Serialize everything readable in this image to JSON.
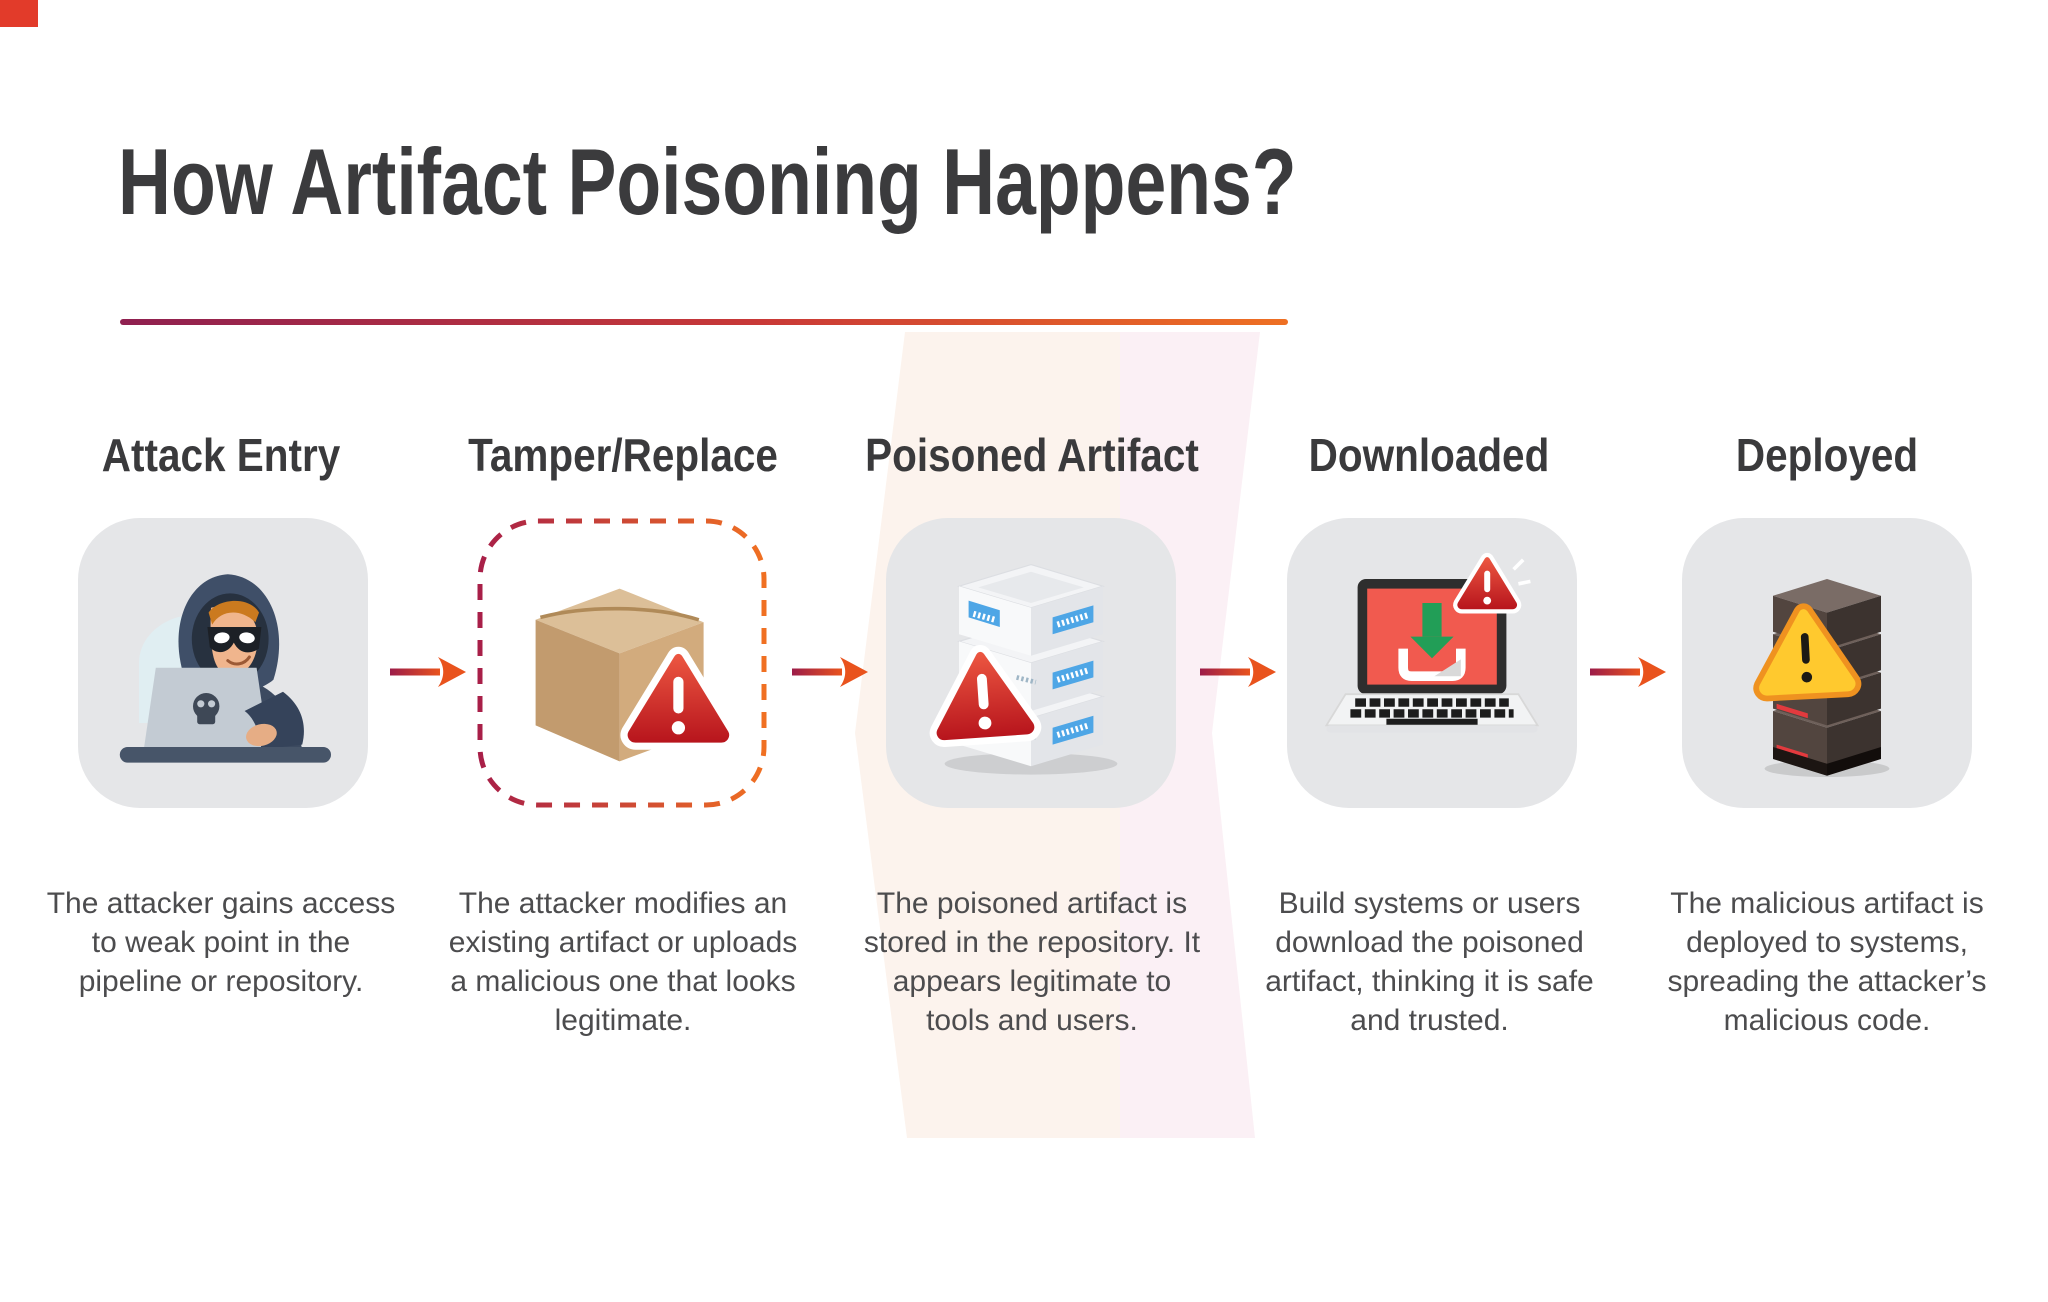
{
  "header": {
    "title": "How Artifact Poisoning Happens?"
  },
  "steps": [
    {
      "title": "Attack Entry",
      "description": "The attacker gains access to weak point in the pipeline or repository.",
      "icon": "hacker-laptop-icon",
      "card_style": "solid-gray"
    },
    {
      "title": "Tamper/Replace",
      "description": "The attacker modifies an existing artifact or uploads a malicious one that looks legitimate.",
      "icon": "tampered-package-warning-icon",
      "card_style": "dashed-gradient-outline"
    },
    {
      "title": "Poisoned Artifact",
      "description": "The poisoned artifact is stored in the repository. It appears legitimate to tools and users.",
      "icon": "poisoned-repository-warning-icon",
      "card_style": "solid-gray"
    },
    {
      "title": "Downloaded",
      "description": "Build systems or users download the poisoned artifact, thinking it is safe and trusted.",
      "icon": "laptop-download-warning-icon",
      "card_style": "solid-gray"
    },
    {
      "title": "Deployed",
      "description": "The malicious artifact is deployed to systems, spreading the attacker’s malicious code.",
      "icon": "server-tower-warning-icon",
      "card_style": "solid-gray"
    }
  ],
  "flow": {
    "arrow_icon": "right-arrow-icon",
    "arrow_count": 4
  },
  "colors": {
    "accent_gradient_start": "#8f2050",
    "accent_gradient_end": "#ee7023",
    "arrow_color": "#e9531d",
    "card_background": "#e5e6e8",
    "title_text": "#3a3a3c",
    "body_text": "#4c4c4e",
    "warning_red": "#c81a20",
    "warning_yellow": "#ffc92e",
    "background_band_left": "#fcf3ed",
    "background_band_right": "#fbf0f5",
    "corner_accent": "#e23b2a"
  }
}
